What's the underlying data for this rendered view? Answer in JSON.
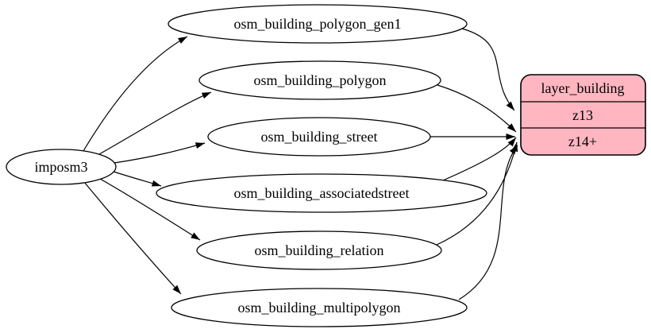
{
  "diagram": {
    "background_color": "#ffffff",
    "edge_color": "#000000",
    "source": {
      "label": "imposm3"
    },
    "tables": [
      {
        "label": "osm_building_polygon_gen1"
      },
      {
        "label": "osm_building_polygon"
      },
      {
        "label": "osm_building_street"
      },
      {
        "label": "osm_building_associatedstreet"
      },
      {
        "label": "osm_building_relation"
      },
      {
        "label": "osm_building_multipolygon"
      }
    ],
    "layer": {
      "title": "layer_building",
      "rows": [
        {
          "label": "z13"
        },
        {
          "label": "z14+"
        }
      ],
      "fill_color": "#ffb6c1",
      "stroke_color": "#000000"
    },
    "edges": [
      {
        "from": "imposm3",
        "to": "osm_building_polygon_gen1"
      },
      {
        "from": "imposm3",
        "to": "osm_building_polygon"
      },
      {
        "from": "imposm3",
        "to": "osm_building_street"
      },
      {
        "from": "imposm3",
        "to": "osm_building_associatedstreet"
      },
      {
        "from": "imposm3",
        "to": "osm_building_relation"
      },
      {
        "from": "imposm3",
        "to": "osm_building_multipolygon"
      },
      {
        "from": "osm_building_polygon_gen1",
        "to": "layer_building:z13"
      },
      {
        "from": "osm_building_polygon",
        "to": "layer_building:z14+"
      },
      {
        "from": "osm_building_street",
        "to": "layer_building:z14+"
      },
      {
        "from": "osm_building_associatedstreet",
        "to": "layer_building:z14+"
      },
      {
        "from": "osm_building_relation",
        "to": "layer_building:z14+"
      },
      {
        "from": "osm_building_multipolygon",
        "to": "layer_building:z14+"
      }
    ]
  }
}
